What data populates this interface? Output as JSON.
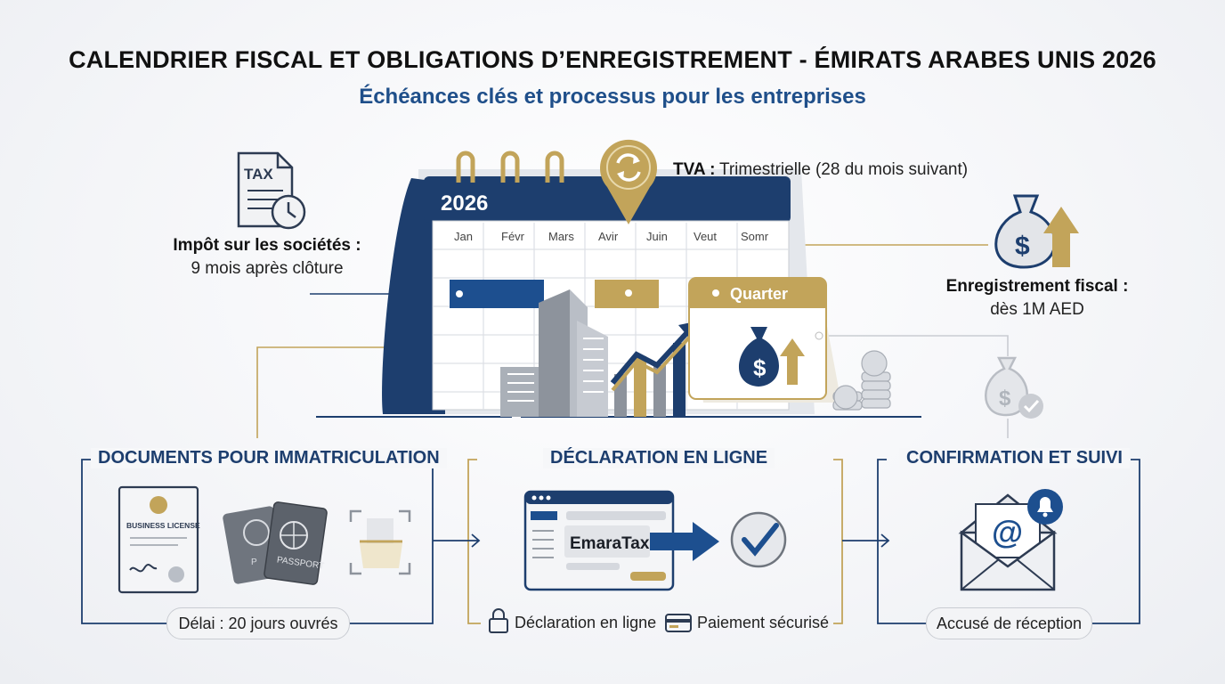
{
  "header": {
    "title": "CALENDRIER FISCAL ET OBLIGATIONS D’ENREGISTREMENT - ÉMIRATS ARABES UNIS 2026",
    "subtitle": "Échéances clés et processus pour les entreprises"
  },
  "callouts": {
    "corporate_tax": {
      "title": "Impôt sur les sociétés :",
      "detail": "9 mois après clôture",
      "icon_text": "TAX"
    },
    "vat": {
      "title": "TVA :",
      "detail": "Trimestrielle (28 du mois suivant)"
    },
    "registration": {
      "title": "Enregistrement fiscal :",
      "detail": "dès 1M AED"
    }
  },
  "calendar": {
    "year": "2026",
    "months": [
      "Jan",
      "Févr",
      "Mars",
      "Avir",
      "Juin",
      "Veut",
      "Somr"
    ],
    "quarter_label": "Quarter"
  },
  "steps": [
    {
      "title": "DOCUMENTS POUR IMMATRICULATION",
      "pill": "Délai : 20 jours ouvrés",
      "doc_label": "BUSINESS LICENSE",
      "passport_label": "PASSPORT",
      "passport_back_label": "P"
    },
    {
      "title": "DÉCLARATION EN LIGNE",
      "screen_label": "EmaraTax",
      "footer_items": [
        "Déclaration en ligne",
        "Paiement sécurisé"
      ]
    },
    {
      "title": "CONFIRMATION ET SUIVI",
      "pill": "Accusé de réception",
      "email_symbol": "@"
    }
  ],
  "colors": {
    "navy": "#1d3e6e",
    "gold": "#c2a45a",
    "gray": "#8d939c"
  }
}
